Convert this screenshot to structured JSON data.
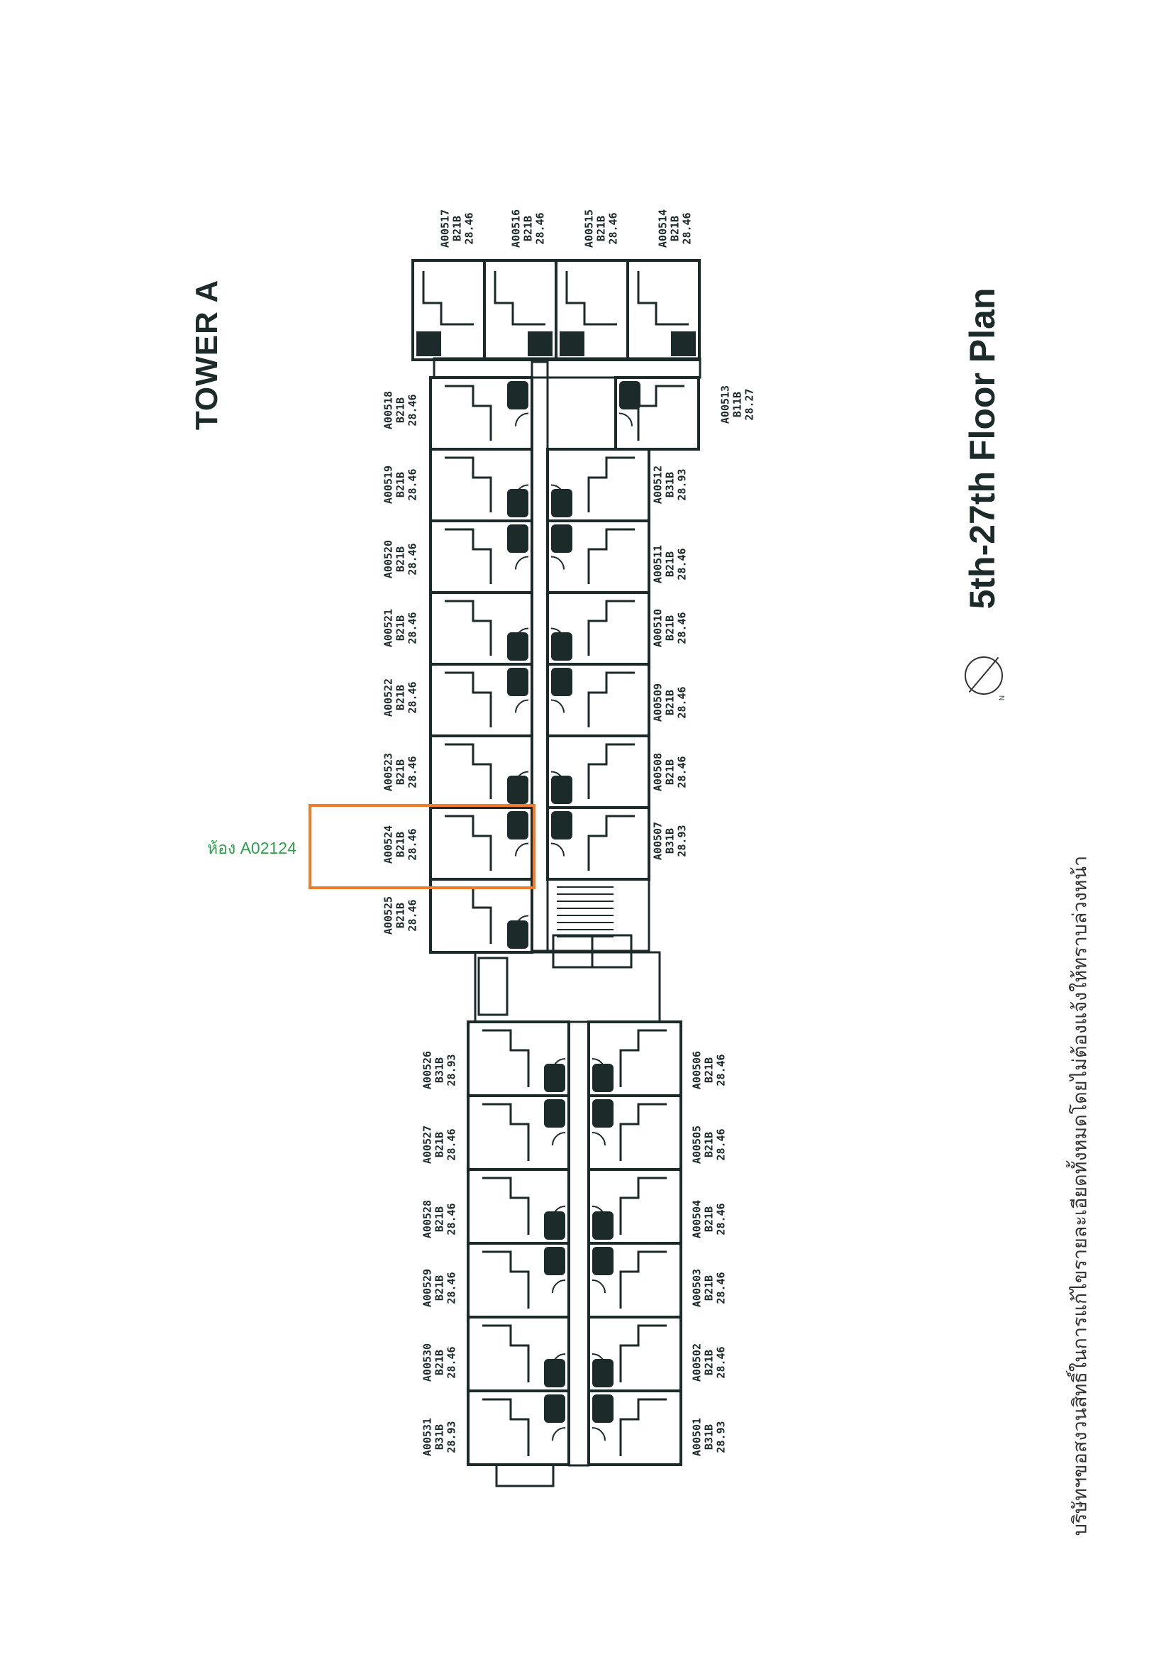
{
  "tower_title": "TOWER A",
  "floor_title": "5th-27th Floor Plan",
  "north_label": "N",
  "disclaimer": "บริษัทฯขอสงวนสิทธิ์ในการแก้ไขรายละเอียดทั้งหมดโดยไม่ต้องแจ้งให้ทราบล่วงหน้า",
  "highlight": {
    "room_note": "ห้อง A02124",
    "color": "#f07c2a",
    "note_color": "#2ca14a"
  },
  "units": [
    {
      "id": "A00517",
      "type": "B21B",
      "area": "28.46"
    },
    {
      "id": "A00516",
      "type": "B21B",
      "area": "28.46"
    },
    {
      "id": "A00515",
      "type": "B21B",
      "area": "28.46"
    },
    {
      "id": "A00514",
      "type": "B21B",
      "area": "28.46"
    },
    {
      "id": "A00518",
      "type": "B21B",
      "area": "28.46"
    },
    {
      "id": "A00519",
      "type": "B21B",
      "area": "28.46"
    },
    {
      "id": "A00520",
      "type": "B21B",
      "area": "28.46"
    },
    {
      "id": "A00521",
      "type": "B21B",
      "area": "28.46"
    },
    {
      "id": "A00522",
      "type": "B21B",
      "area": "28.46"
    },
    {
      "id": "A00523",
      "type": "B21B",
      "area": "28.46"
    },
    {
      "id": "A00524",
      "type": "B21B",
      "area": "28.46"
    },
    {
      "id": "A00525",
      "type": "B21B",
      "area": "28.46"
    },
    {
      "id": "A00513",
      "type": "B11B",
      "area": "28.27"
    },
    {
      "id": "A00512",
      "type": "B31B",
      "area": "28.93"
    },
    {
      "id": "A00511",
      "type": "B21B",
      "area": "28.46"
    },
    {
      "id": "A00510",
      "type": "B21B",
      "area": "28.46"
    },
    {
      "id": "A00509",
      "type": "B21B",
      "area": "28.46"
    },
    {
      "id": "A00508",
      "type": "B21B",
      "area": "28.46"
    },
    {
      "id": "A00507",
      "type": "B31B",
      "area": "28.93"
    },
    {
      "id": "A00526",
      "type": "B31B",
      "area": "28.93"
    },
    {
      "id": "A00527",
      "type": "B21B",
      "area": "28.46"
    },
    {
      "id": "A00528",
      "type": "B21B",
      "area": "28.46"
    },
    {
      "id": "A00529",
      "type": "B21B",
      "area": "28.46"
    },
    {
      "id": "A00530",
      "type": "B21B",
      "area": "28.46"
    },
    {
      "id": "A00531",
      "type": "B31B",
      "area": "28.93"
    },
    {
      "id": "A00506",
      "type": "B21B",
      "area": "28.46"
    },
    {
      "id": "A00505",
      "type": "B21B",
      "area": "28.46"
    },
    {
      "id": "A00504",
      "type": "B21B",
      "area": "28.46"
    },
    {
      "id": "A00503",
      "type": "B21B",
      "area": "28.46"
    },
    {
      "id": "A00502",
      "type": "B21B",
      "area": "28.46"
    },
    {
      "id": "A00501",
      "type": "B31B",
      "area": "28.93"
    }
  ]
}
